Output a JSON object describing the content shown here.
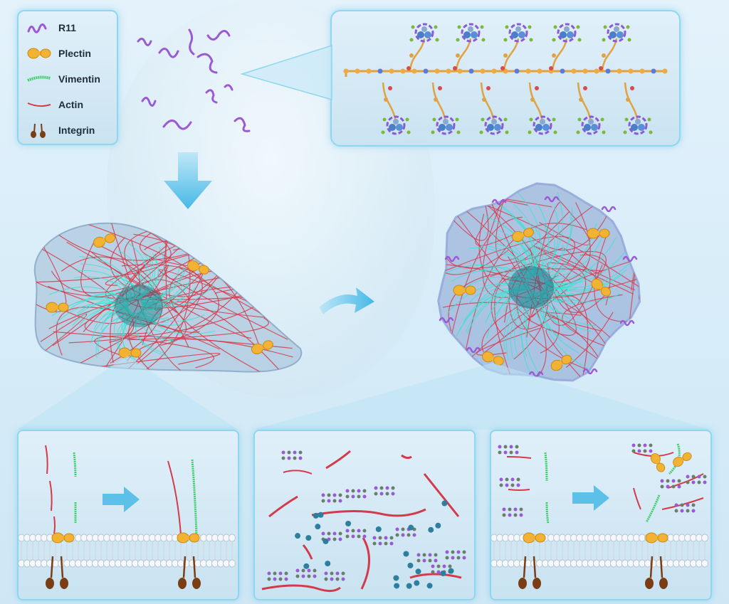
{
  "legend": {
    "items": [
      {
        "label": "R11",
        "icon": "r11-peptide-icon",
        "color": "#9b59d6"
      },
      {
        "label": "Plectin",
        "icon": "plectin-icon",
        "color": "#f2b233"
      },
      {
        "label": "Vimentin",
        "icon": "vimentin-icon",
        "color": "#3fcf6a"
      },
      {
        "label": "Actin",
        "icon": "actin-icon",
        "color": "#d43a4a"
      },
      {
        "label": "Integrin",
        "icon": "integrin-icon",
        "color": "#7a3d16"
      }
    ]
  },
  "colors": {
    "panel_border": "#8fd6ef",
    "arrow": "#46b8e6",
    "cytoskeleton": "#35e3d3",
    "actin": "#d43a4a",
    "vimentin": "#3fcf6a",
    "plectin": "#f2b233",
    "r11": "#9b59d6",
    "integrin": "#7a3d16"
  }
}
